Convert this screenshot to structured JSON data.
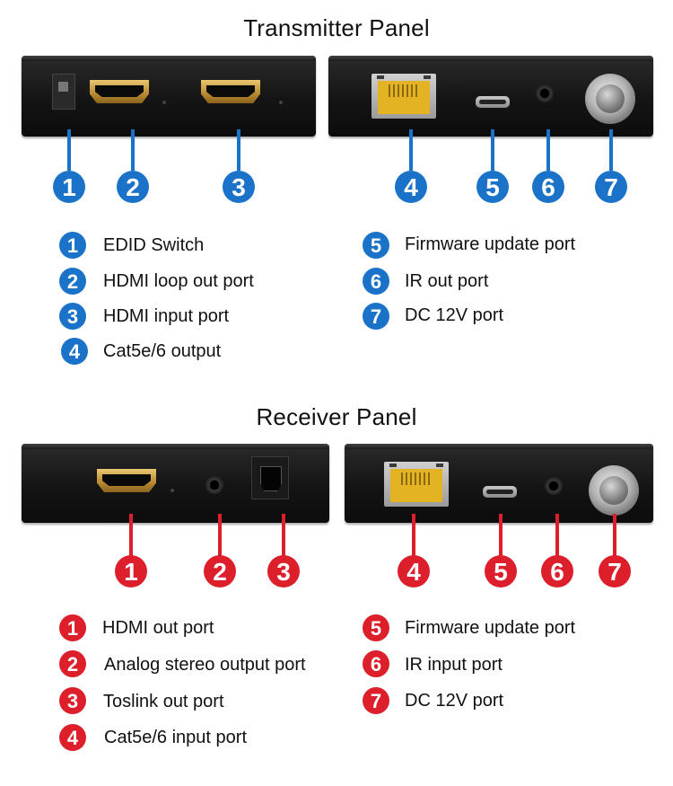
{
  "transmitter": {
    "title": "Transmitter Panel",
    "legend": [
      {
        "num": "1",
        "label": "EDID Switch"
      },
      {
        "num": "2",
        "label": "HDMI loop out port"
      },
      {
        "num": "3",
        "label": "HDMI input port"
      },
      {
        "num": "4",
        "label": "Cat5e/6 output"
      },
      {
        "num": "5",
        "label": "Firmware update port"
      },
      {
        "num": "6",
        "label": "IR out port"
      },
      {
        "num": "7",
        "label": "DC 12V port"
      }
    ]
  },
  "receiver": {
    "title": "Receiver Panel",
    "legend": [
      {
        "num": "1",
        "label": "HDMI out port"
      },
      {
        "num": "2",
        "label": "Analog stereo output port"
      },
      {
        "num": "3",
        "label": "Toslink out port"
      },
      {
        "num": "4",
        "label": "Cat5e/6 input port"
      },
      {
        "num": "5",
        "label": "Firmware update port"
      },
      {
        "num": "6",
        "label": "IR input port"
      },
      {
        "num": "7",
        "label": "DC 12V port"
      }
    ]
  },
  "colors": {
    "transmitter_accent": "#1a73c8",
    "receiver_accent": "#dd1f2c",
    "panel_body": "#141414",
    "port_gold": "#c9a048",
    "rj45_yellow": "#e4b323"
  },
  "icons": {
    "edid_switch": "dip-switch-icon",
    "hdmi": "hdmi-port-icon",
    "rj45": "rj45-port-icon",
    "micro_usb": "micro-usb-port-icon",
    "audio_jack": "audio-jack-icon",
    "dc_power": "dc-power-connector-icon",
    "toslink": "toslink-port-icon"
  }
}
